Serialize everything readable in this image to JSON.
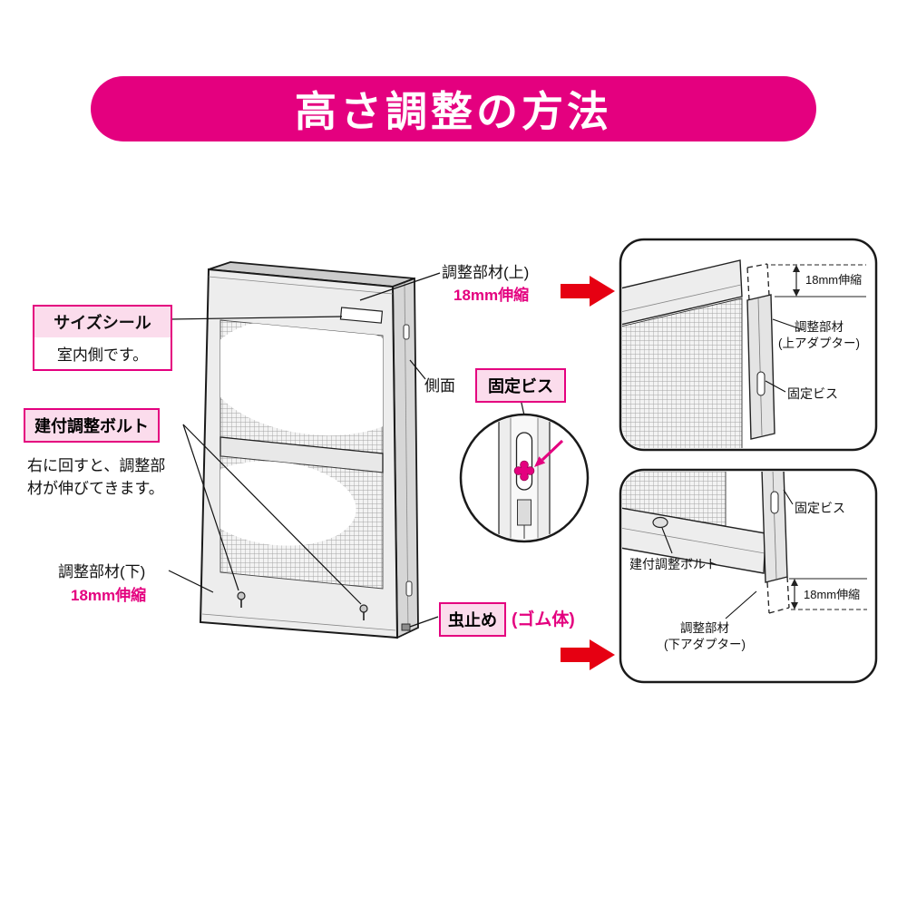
{
  "banner": {
    "title": "高さ調整の方法"
  },
  "colors": {
    "magenta": "#E4007F",
    "pink_bg": "#FBDCEC",
    "arrow_red": "#E60012"
  },
  "shared": {
    "stretch": "18mm伸縮",
    "fixing_screw": "固定ビス",
    "adjust_bolt": "建付調整ボルト",
    "adjust_member": "調整部材"
  },
  "main": {
    "size_seal": "サイズシール",
    "indoor_side": "室内側です。",
    "bolt_note": "右に回すと、調整部材が伸びてきます。",
    "adjust_lower": "調整部材(下)",
    "adjust_upper": "調整部材(上)",
    "side_face": "側面",
    "insect_stop": "虫止め",
    "rubber_body": "(ゴム体)"
  },
  "detail_top": {
    "adapter": "(上アダプター)"
  },
  "detail_bottom": {
    "adapter": "(下アダプター)"
  }
}
